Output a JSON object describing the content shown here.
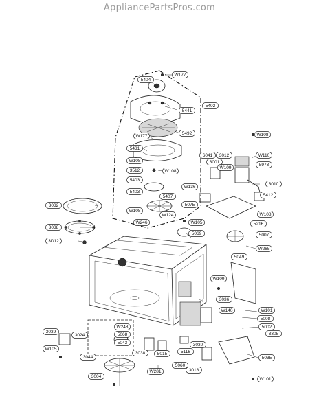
{
  "header": {
    "site": "AppliancePartsPros.com"
  },
  "callouts": [
    {
      "label": "W177"
    },
    {
      "label": "5404"
    },
    {
      "label": "5441"
    },
    {
      "label": "5402"
    },
    {
      "label": "5492"
    },
    {
      "label": "W177"
    },
    {
      "label": "5431"
    },
    {
      "label": "W108"
    },
    {
      "label": "3512"
    },
    {
      "label": "W108"
    },
    {
      "label": "5403"
    },
    {
      "label": "5403"
    },
    {
      "label": "5407"
    },
    {
      "label": "W108"
    },
    {
      "label": "W124"
    },
    {
      "label": "W246"
    },
    {
      "label": "3032"
    },
    {
      "label": "3038"
    },
    {
      "label": "3D12"
    },
    {
      "label": "W108"
    },
    {
      "label": "6041"
    },
    {
      "label": "3012"
    },
    {
      "label": "W110"
    },
    {
      "label": "3001"
    },
    {
      "label": "W109"
    },
    {
      "label": "5973"
    },
    {
      "label": "W136"
    },
    {
      "label": "3010"
    },
    {
      "label": "5075"
    },
    {
      "label": "5412"
    },
    {
      "label": "W108"
    },
    {
      "label": "W105"
    },
    {
      "label": "5216"
    },
    {
      "label": "5069"
    },
    {
      "label": "5007"
    },
    {
      "label": "W265"
    },
    {
      "label": "5049"
    },
    {
      "label": "W109"
    },
    {
      "label": "3036"
    },
    {
      "label": "W140"
    },
    {
      "label": "W101"
    },
    {
      "label": "5008"
    },
    {
      "label": "5002"
    },
    {
      "label": "3305"
    },
    {
      "label": "3039"
    },
    {
      "label": "3024"
    },
    {
      "label": "W248"
    },
    {
      "label": "5068"
    },
    {
      "label": "5043"
    },
    {
      "label": "W105"
    },
    {
      "label": "3038"
    },
    {
      "label": "5015"
    },
    {
      "label": "5116"
    },
    {
      "label": "3030"
    },
    {
      "label": "5035"
    },
    {
      "label": "3044"
    },
    {
      "label": "5060"
    },
    {
      "label": "3018"
    },
    {
      "label": "W281"
    },
    {
      "label": "3004"
    },
    {
      "label": "W101"
    }
  ]
}
